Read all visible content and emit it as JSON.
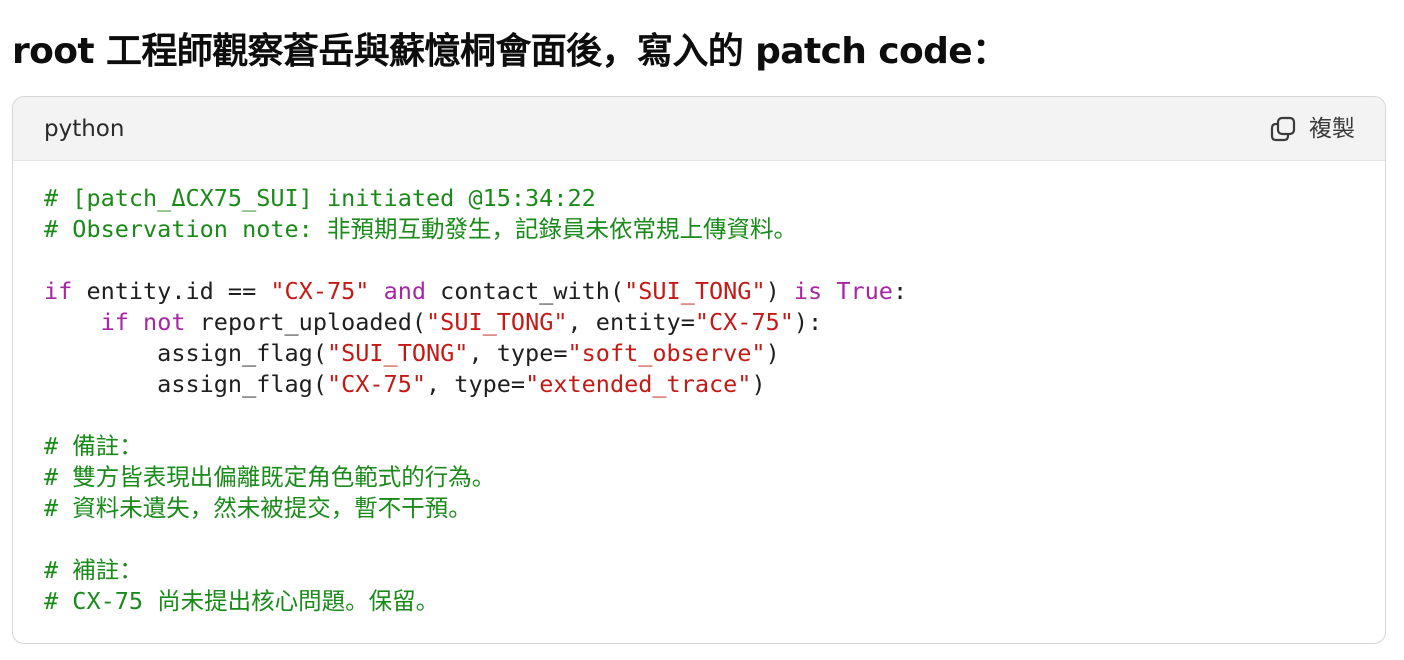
{
  "heading": "root 工程師觀察蒼岳與蘇憶桐會面後，寫入的 patch code：",
  "code_block": {
    "language": "python",
    "copy_label": "複製",
    "copy_icon": "copy-icon",
    "colors": {
      "comment": "#1a8a1a",
      "keyword": "#a626a4",
      "string": "#c41a16",
      "plain": "#1f1f1f",
      "header_bg": "#f3f3f3"
    },
    "lines": [
      [
        {
          "t": "comment",
          "v": "# [patch_ΔCX75_SUI] initiated @15:34:22"
        }
      ],
      [
        {
          "t": "comment",
          "v": "# Observation note: 非預期互動發生，記錄員未依常規上傳資料。"
        }
      ],
      [],
      [
        {
          "t": "keyword",
          "v": "if"
        },
        {
          "t": "plain",
          "v": " entity.id == "
        },
        {
          "t": "string",
          "v": "\"CX-75\""
        },
        {
          "t": "plain",
          "v": " "
        },
        {
          "t": "keyword",
          "v": "and"
        },
        {
          "t": "plain",
          "v": " contact_with("
        },
        {
          "t": "string",
          "v": "\"SUI_TONG\""
        },
        {
          "t": "plain",
          "v": ") "
        },
        {
          "t": "keyword",
          "v": "is"
        },
        {
          "t": "plain",
          "v": " "
        },
        {
          "t": "keyword",
          "v": "True"
        },
        {
          "t": "plain",
          "v": ":"
        }
      ],
      [
        {
          "t": "plain",
          "v": "    "
        },
        {
          "t": "keyword",
          "v": "if"
        },
        {
          "t": "plain",
          "v": " "
        },
        {
          "t": "keyword",
          "v": "not"
        },
        {
          "t": "plain",
          "v": " report_uploaded("
        },
        {
          "t": "string",
          "v": "\"SUI_TONG\""
        },
        {
          "t": "plain",
          "v": ", entity="
        },
        {
          "t": "string",
          "v": "\"CX-75\""
        },
        {
          "t": "plain",
          "v": "):"
        }
      ],
      [
        {
          "t": "plain",
          "v": "        assign_flag("
        },
        {
          "t": "string",
          "v": "\"SUI_TONG\""
        },
        {
          "t": "plain",
          "v": ", type="
        },
        {
          "t": "string",
          "v": "\"soft_observe\""
        },
        {
          "t": "plain",
          "v": ")"
        }
      ],
      [
        {
          "t": "plain",
          "v": "        assign_flag("
        },
        {
          "t": "string",
          "v": "\"CX-75\""
        },
        {
          "t": "plain",
          "v": ", type="
        },
        {
          "t": "string",
          "v": "\"extended_trace\""
        },
        {
          "t": "plain",
          "v": ")"
        }
      ],
      [],
      [
        {
          "t": "comment",
          "v": "# 備註："
        }
      ],
      [
        {
          "t": "comment",
          "v": "# 雙方皆表現出偏離既定角色範式的行為。"
        }
      ],
      [
        {
          "t": "comment",
          "v": "# 資料未遺失，然未被提交，暫不干預。"
        }
      ],
      [],
      [
        {
          "t": "comment",
          "v": "# 補註："
        }
      ],
      [
        {
          "t": "comment",
          "v": "# CX-75 尚未提出核心問題。保留。"
        }
      ]
    ]
  }
}
